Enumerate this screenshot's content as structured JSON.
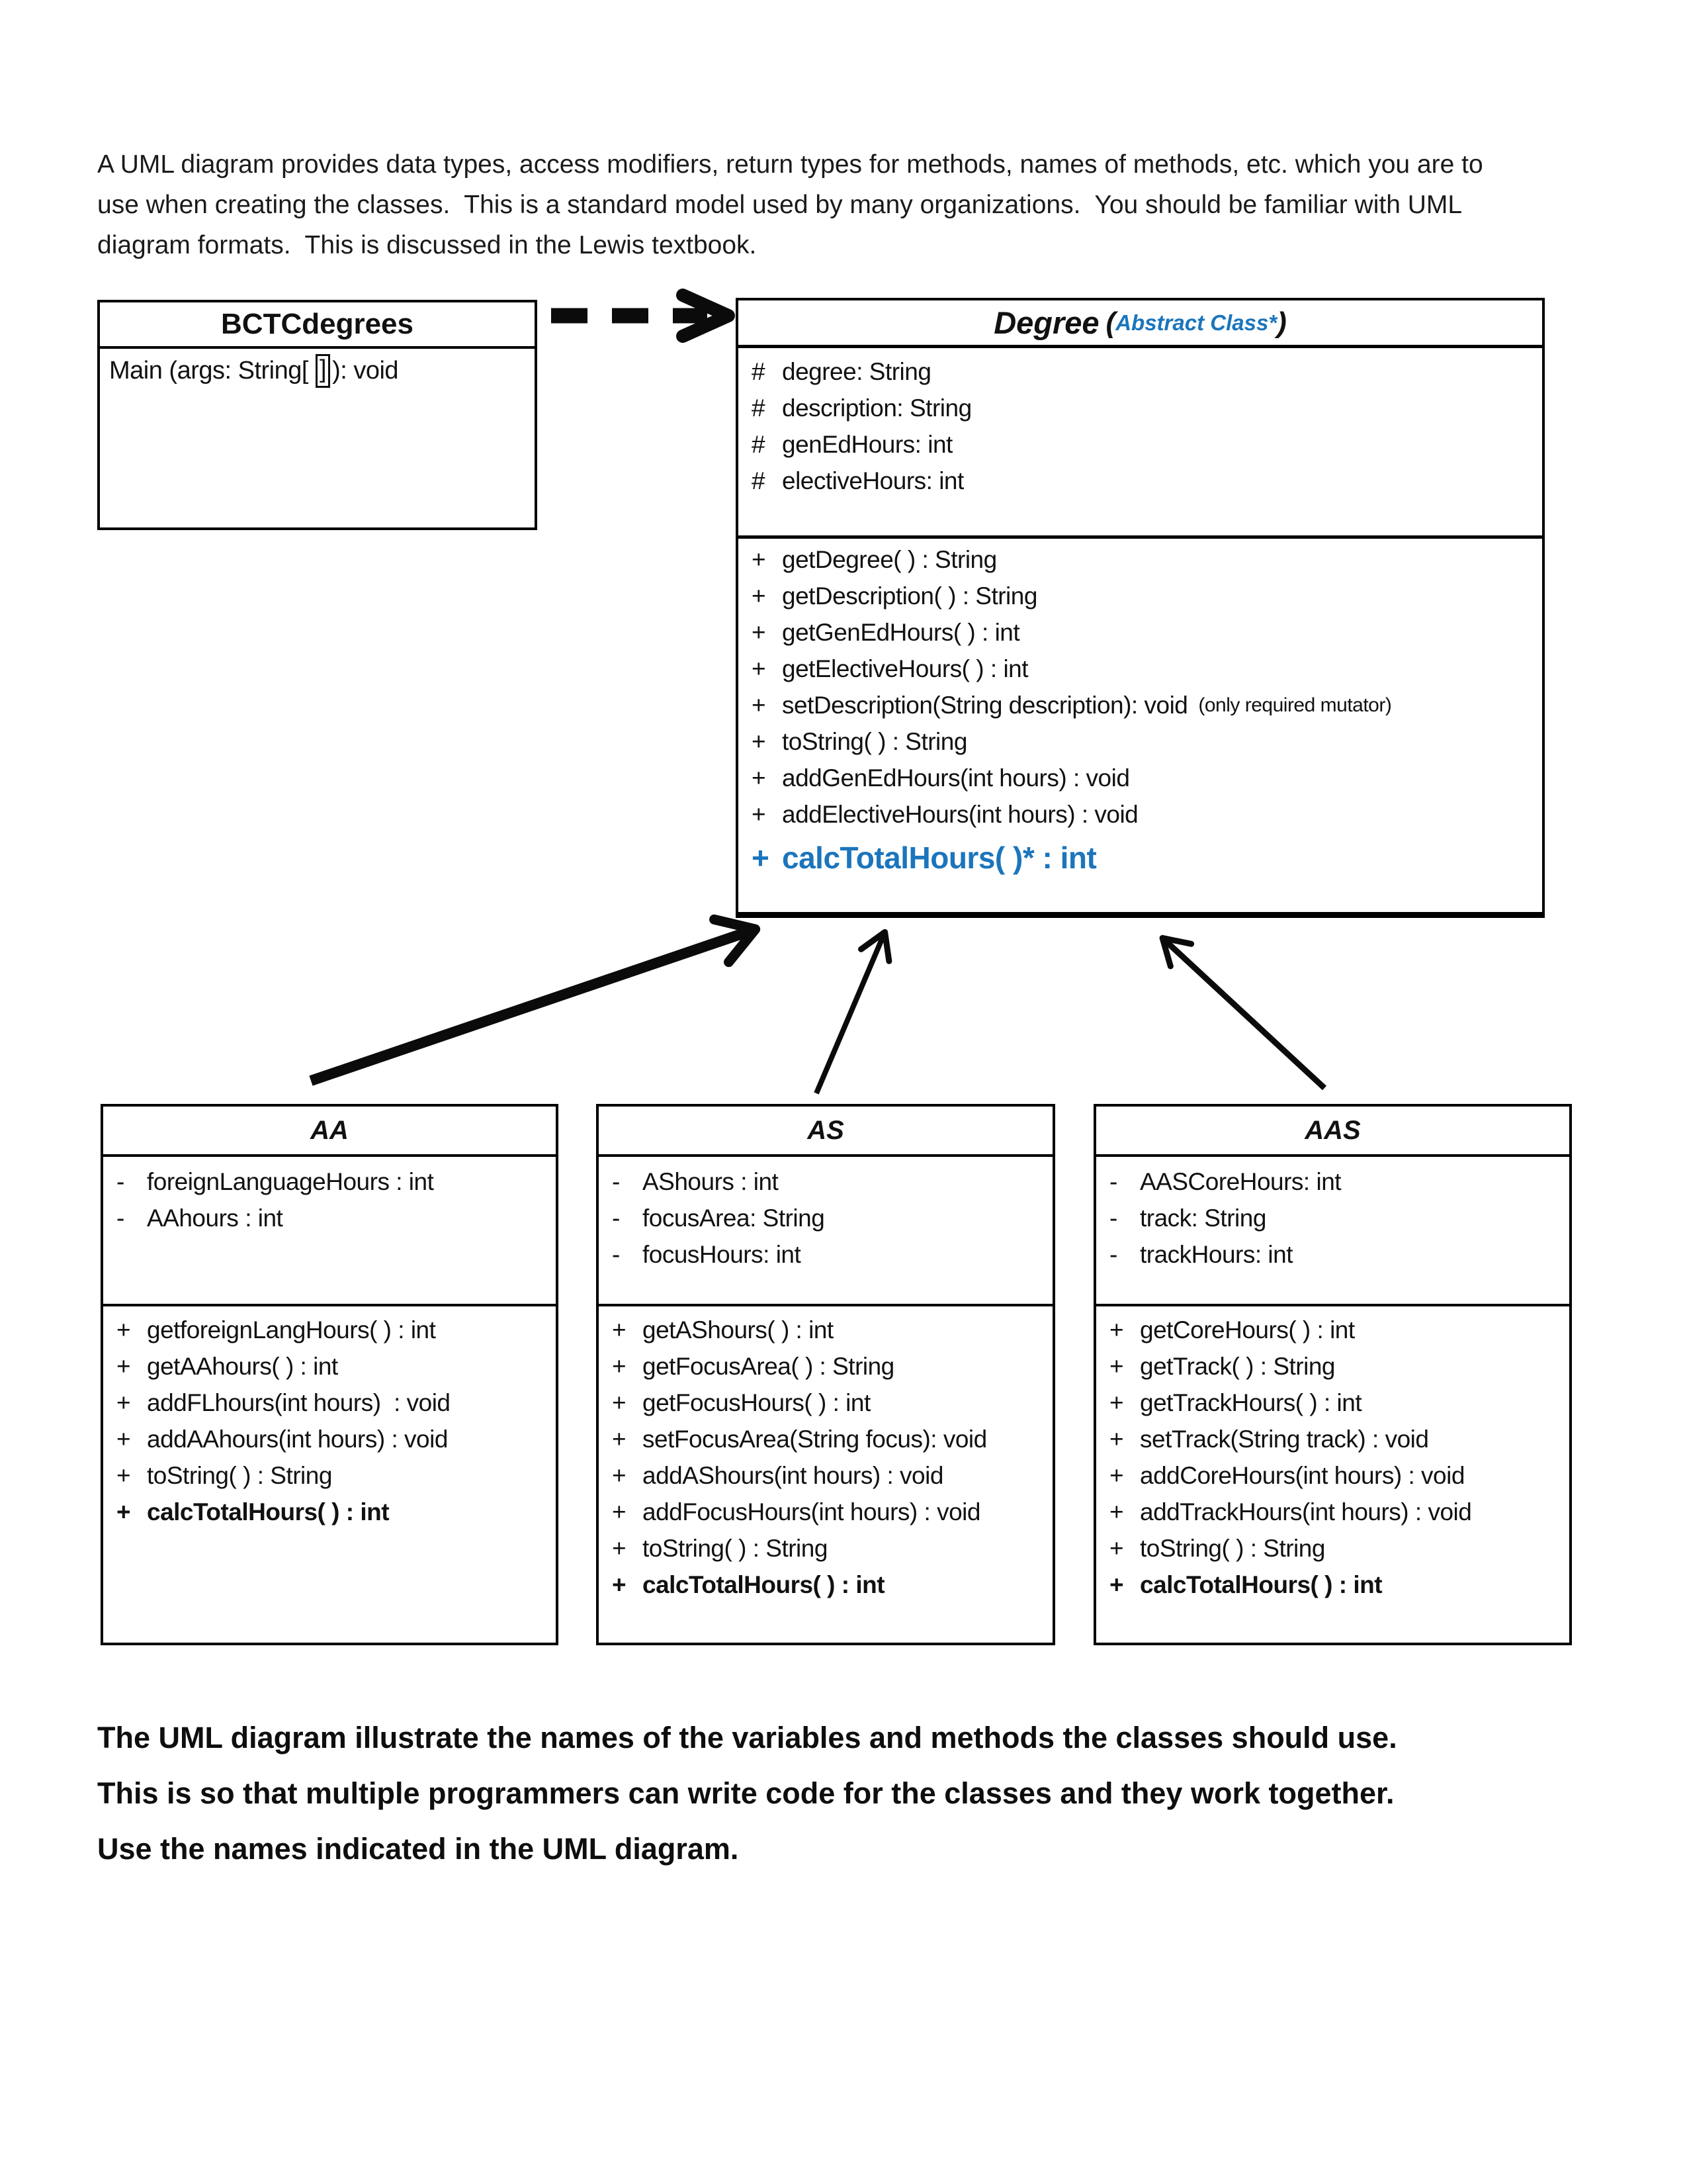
{
  "accent_color": "#1b75bc",
  "intro": {
    "lines": [
      "A UML diagram provides data types, access modifiers, return types for methods, names of methods, etc. which you are to",
      "use when creating the classes.  This is a standard model used by many organizations.  You should be familiar with UML",
      "diagram formats.  This is discussed in the Lewis textbook."
    ]
  },
  "footer": {
    "lines": [
      "The UML diagram illustrate the names of the variables and methods the classes should use.",
      "This is so that multiple programmers can write code for the classes and they work together.",
      "Use the names indicated in the UML diagram."
    ]
  },
  "uml": {
    "classes": {
      "bctc": {
        "title": "BCTCdegrees",
        "main_before": "Main (args: String[ ",
        "main_bracket": "]",
        "main_after": "): void"
      },
      "degree": {
        "title": "Degree",
        "open_paren": "(",
        "annotation": "Abstract Class*",
        "close_paren": ")",
        "attributes": [
          {
            "p": "#",
            "t": "degree: String"
          },
          {
            "p": "#",
            "t": "description: String"
          },
          {
            "p": "#",
            "t": "genEdHours: int"
          },
          {
            "p": "#",
            "t": "electiveHours: int"
          }
        ],
        "methods": [
          {
            "p": "+",
            "t": "getDegree( ) : String"
          },
          {
            "p": "+",
            "t": "getDescription( ) : String"
          },
          {
            "p": "+",
            "t": "getGenEdHours( ) : int"
          },
          {
            "p": "+",
            "t": "getElectiveHours( ) : int"
          },
          {
            "p": "+",
            "t": "setDescription(String description): void",
            "note": "(only required mutator)"
          },
          {
            "p": "+",
            "t": "toString( ) : String"
          },
          {
            "p": "+",
            "t": "addGenEdHours(int hours) : void"
          },
          {
            "p": "+",
            "t": "addElectiveHours(int hours) : void"
          },
          {
            "p": "+",
            "t": "calcTotalHours( )* : int",
            "accent": true
          }
        ]
      },
      "aa": {
        "title": "AA",
        "attributes": [
          {
            "p": "-",
            "t": "foreignLanguageHours : int"
          },
          {
            "p": "-",
            "t": "AAhours : int"
          }
        ],
        "methods": [
          {
            "p": "+",
            "t": "getforeignLangHours( ) : int"
          },
          {
            "p": "+",
            "t": "getAAhours( ) : int"
          },
          {
            "p": "+",
            "t": "addFLhours(int hours)  : void"
          },
          {
            "p": "+",
            "t": "addAAhours(int hours) : void"
          },
          {
            "p": "+",
            "t": "toString( ) : String"
          },
          {
            "p": "+",
            "t": "calcTotalHours( ) : int",
            "bold": true
          }
        ]
      },
      "as": {
        "title": "AS",
        "attributes": [
          {
            "p": "-",
            "t": "AShours : int"
          },
          {
            "p": "-",
            "t": "focusArea: String"
          },
          {
            "p": "-",
            "t": "focusHours: int"
          }
        ],
        "methods": [
          {
            "p": "+",
            "t": "getAShours( ) : int"
          },
          {
            "p": "+",
            "t": "getFocusArea( ) : String"
          },
          {
            "p": "+",
            "t": "getFocusHours( ) : int"
          },
          {
            "p": "+",
            "t": "setFocusArea(String focus): void"
          },
          {
            "p": "+",
            "t": "addAShours(int hours) : void"
          },
          {
            "p": "+",
            "t": "addFocusHours(int hours) : void"
          },
          {
            "p": "+",
            "t": "toString( ) : String"
          },
          {
            "p": "+",
            "t": "calcTotalHours( ) : int",
            "bold": true
          }
        ]
      },
      "aas": {
        "title": "AAS",
        "attributes": [
          {
            "p": "-",
            "t": "AASCoreHours: int"
          },
          {
            "p": "-",
            "t": "track: String"
          },
          {
            "p": "-",
            "t": "trackHours: int"
          }
        ],
        "methods": [
          {
            "p": "+",
            "t": "getCoreHours( ) : int"
          },
          {
            "p": "+",
            "t": "getTrack( ) : String"
          },
          {
            "p": "+",
            "t": "getTrackHours( ) : int"
          },
          {
            "p": "+",
            "t": "setTrack(String track) : void"
          },
          {
            "p": "+",
            "t": "addCoreHours(int hours) : void"
          },
          {
            "p": "+",
            "t": "addTrackHours(int hours) : void"
          },
          {
            "p": "+",
            "t": "toString( ) : String"
          },
          {
            "p": "+",
            "t": "calcTotalHours( ) : int",
            "bold": true
          }
        ]
      }
    }
  }
}
